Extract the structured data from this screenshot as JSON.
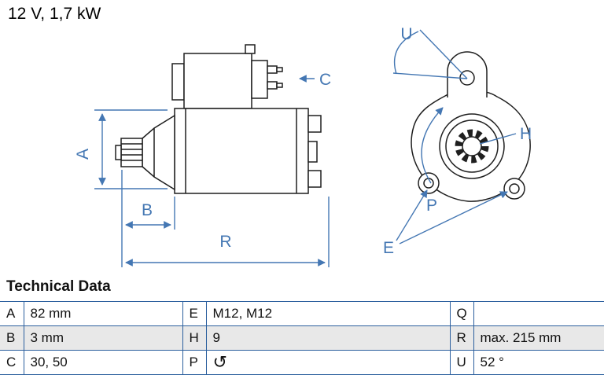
{
  "header": {
    "title": "12 V, 1,7 kW"
  },
  "diagram": {
    "labels": {
      "a": "A",
      "b": "B",
      "c": "C",
      "r": "R",
      "u": "U",
      "h": "H",
      "p": "P",
      "e": "E"
    }
  },
  "technical_data": {
    "heading": "Technical Data",
    "rows": [
      {
        "k1": "A",
        "v1": "82 mm",
        "k2": "E",
        "v2": "M12, M12",
        "k3": "Q",
        "v3": ""
      },
      {
        "k1": "B",
        "v1": "3 mm",
        "k2": "H",
        "v2": "9",
        "k3": "R",
        "v3": "max. 215 mm"
      },
      {
        "k1": "C",
        "v1": "30, 50",
        "k2": "P",
        "v2": "↺",
        "k3": "U",
        "v3": "52 °"
      }
    ]
  },
  "colors": {
    "accent_blue": "#4477b3",
    "table_border": "#2b5f9e",
    "row_alt": "#e8e8e8"
  }
}
